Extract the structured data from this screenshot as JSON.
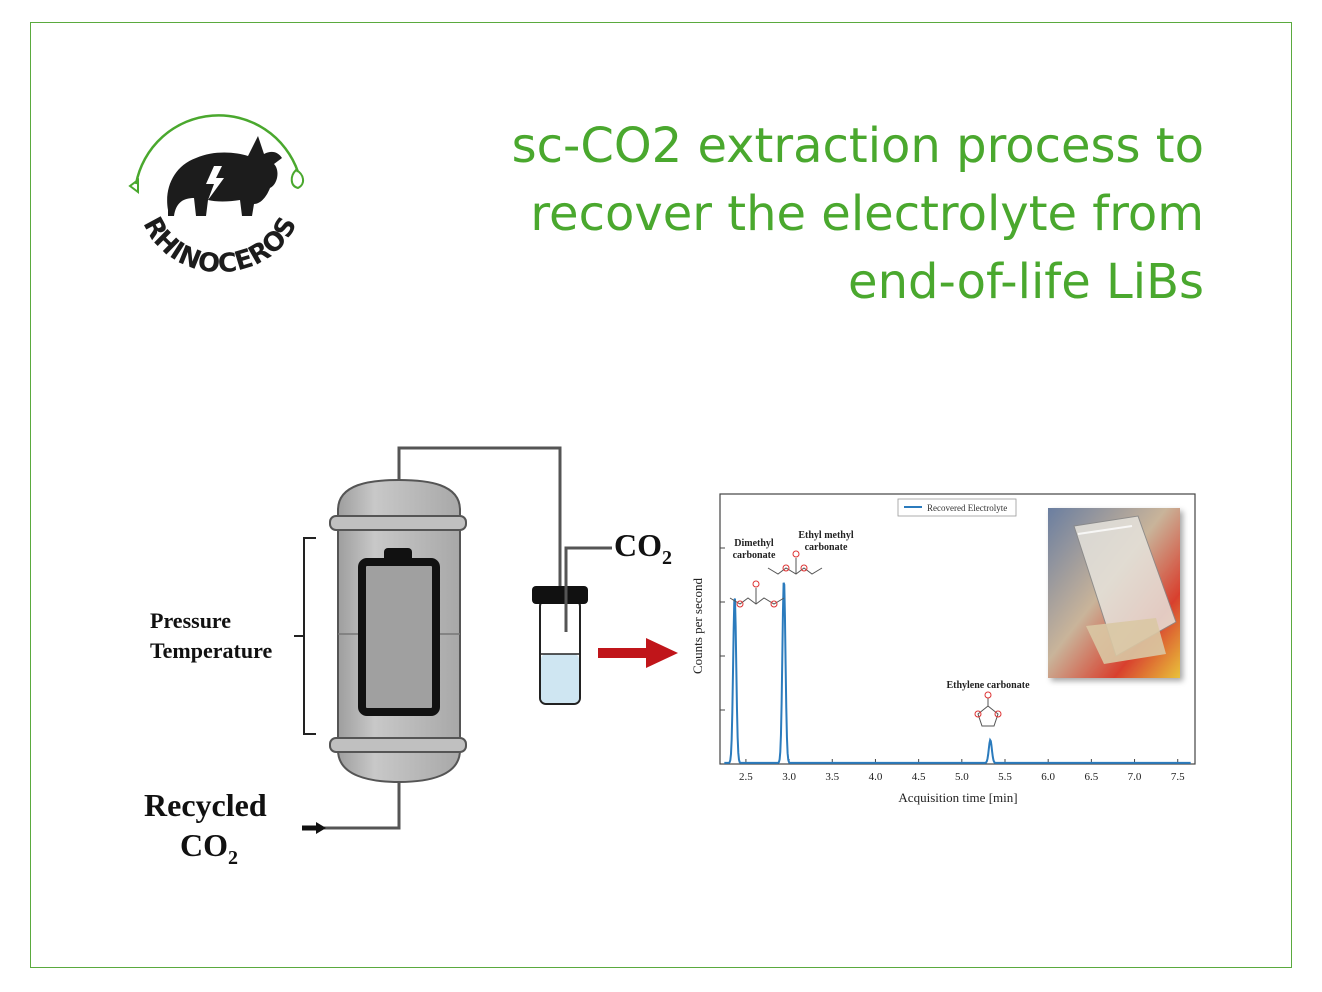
{
  "title_lines": [
    "sc-CO2 extraction process to",
    "recover the electrolyte from",
    "end-of-life LiBs"
  ],
  "logo": {
    "text": "RHINOCEROS",
    "icon": "rhino-icon"
  },
  "process": {
    "pressure_label": "Pressure",
    "temperature_label": "Temperature",
    "co2_label": "CO",
    "co2_sub": "2",
    "recycled_label": "Recycled",
    "recycled_co2": "CO",
    "recycled_co2_sub": "2"
  },
  "colors": {
    "accent": "#4aa82e",
    "arrow": "#c0151a",
    "trace": "#2b7bbd",
    "vessel": "#bdbdbd"
  },
  "chart_data": {
    "type": "line",
    "xlabel": "Acquisition time [min]",
    "ylabel": "Counts per second",
    "xlim": [
      2.2,
      7.7
    ],
    "ylim": [
      0,
      1
    ],
    "x_ticks": [
      2.5,
      3.0,
      3.5,
      4.0,
      4.5,
      5.0,
      5.5,
      6.0,
      6.5,
      7.0,
      7.5
    ],
    "x_tick_labels": [
      "2.5",
      "3.0",
      "3.5",
      "4.0",
      "4.5",
      "5.0",
      "5.5",
      "6.0",
      "6.5",
      "7.0",
      "7.5"
    ],
    "legend": "top-center",
    "series": [
      {
        "name": "Recovered Electrolyte",
        "peaks": [
          {
            "x": 2.37,
            "y": 0.62
          },
          {
            "x": 2.94,
            "y": 0.68
          },
          {
            "x": 5.33,
            "y": 0.085
          }
        ]
      }
    ],
    "annotations": [
      {
        "line1": "Dimethyl",
        "line2": "carbonate"
      },
      {
        "line1": "Ethyl methyl",
        "line2": "carbonate"
      },
      {
        "line1": "Ethylene carbonate",
        "line2": ""
      }
    ]
  }
}
